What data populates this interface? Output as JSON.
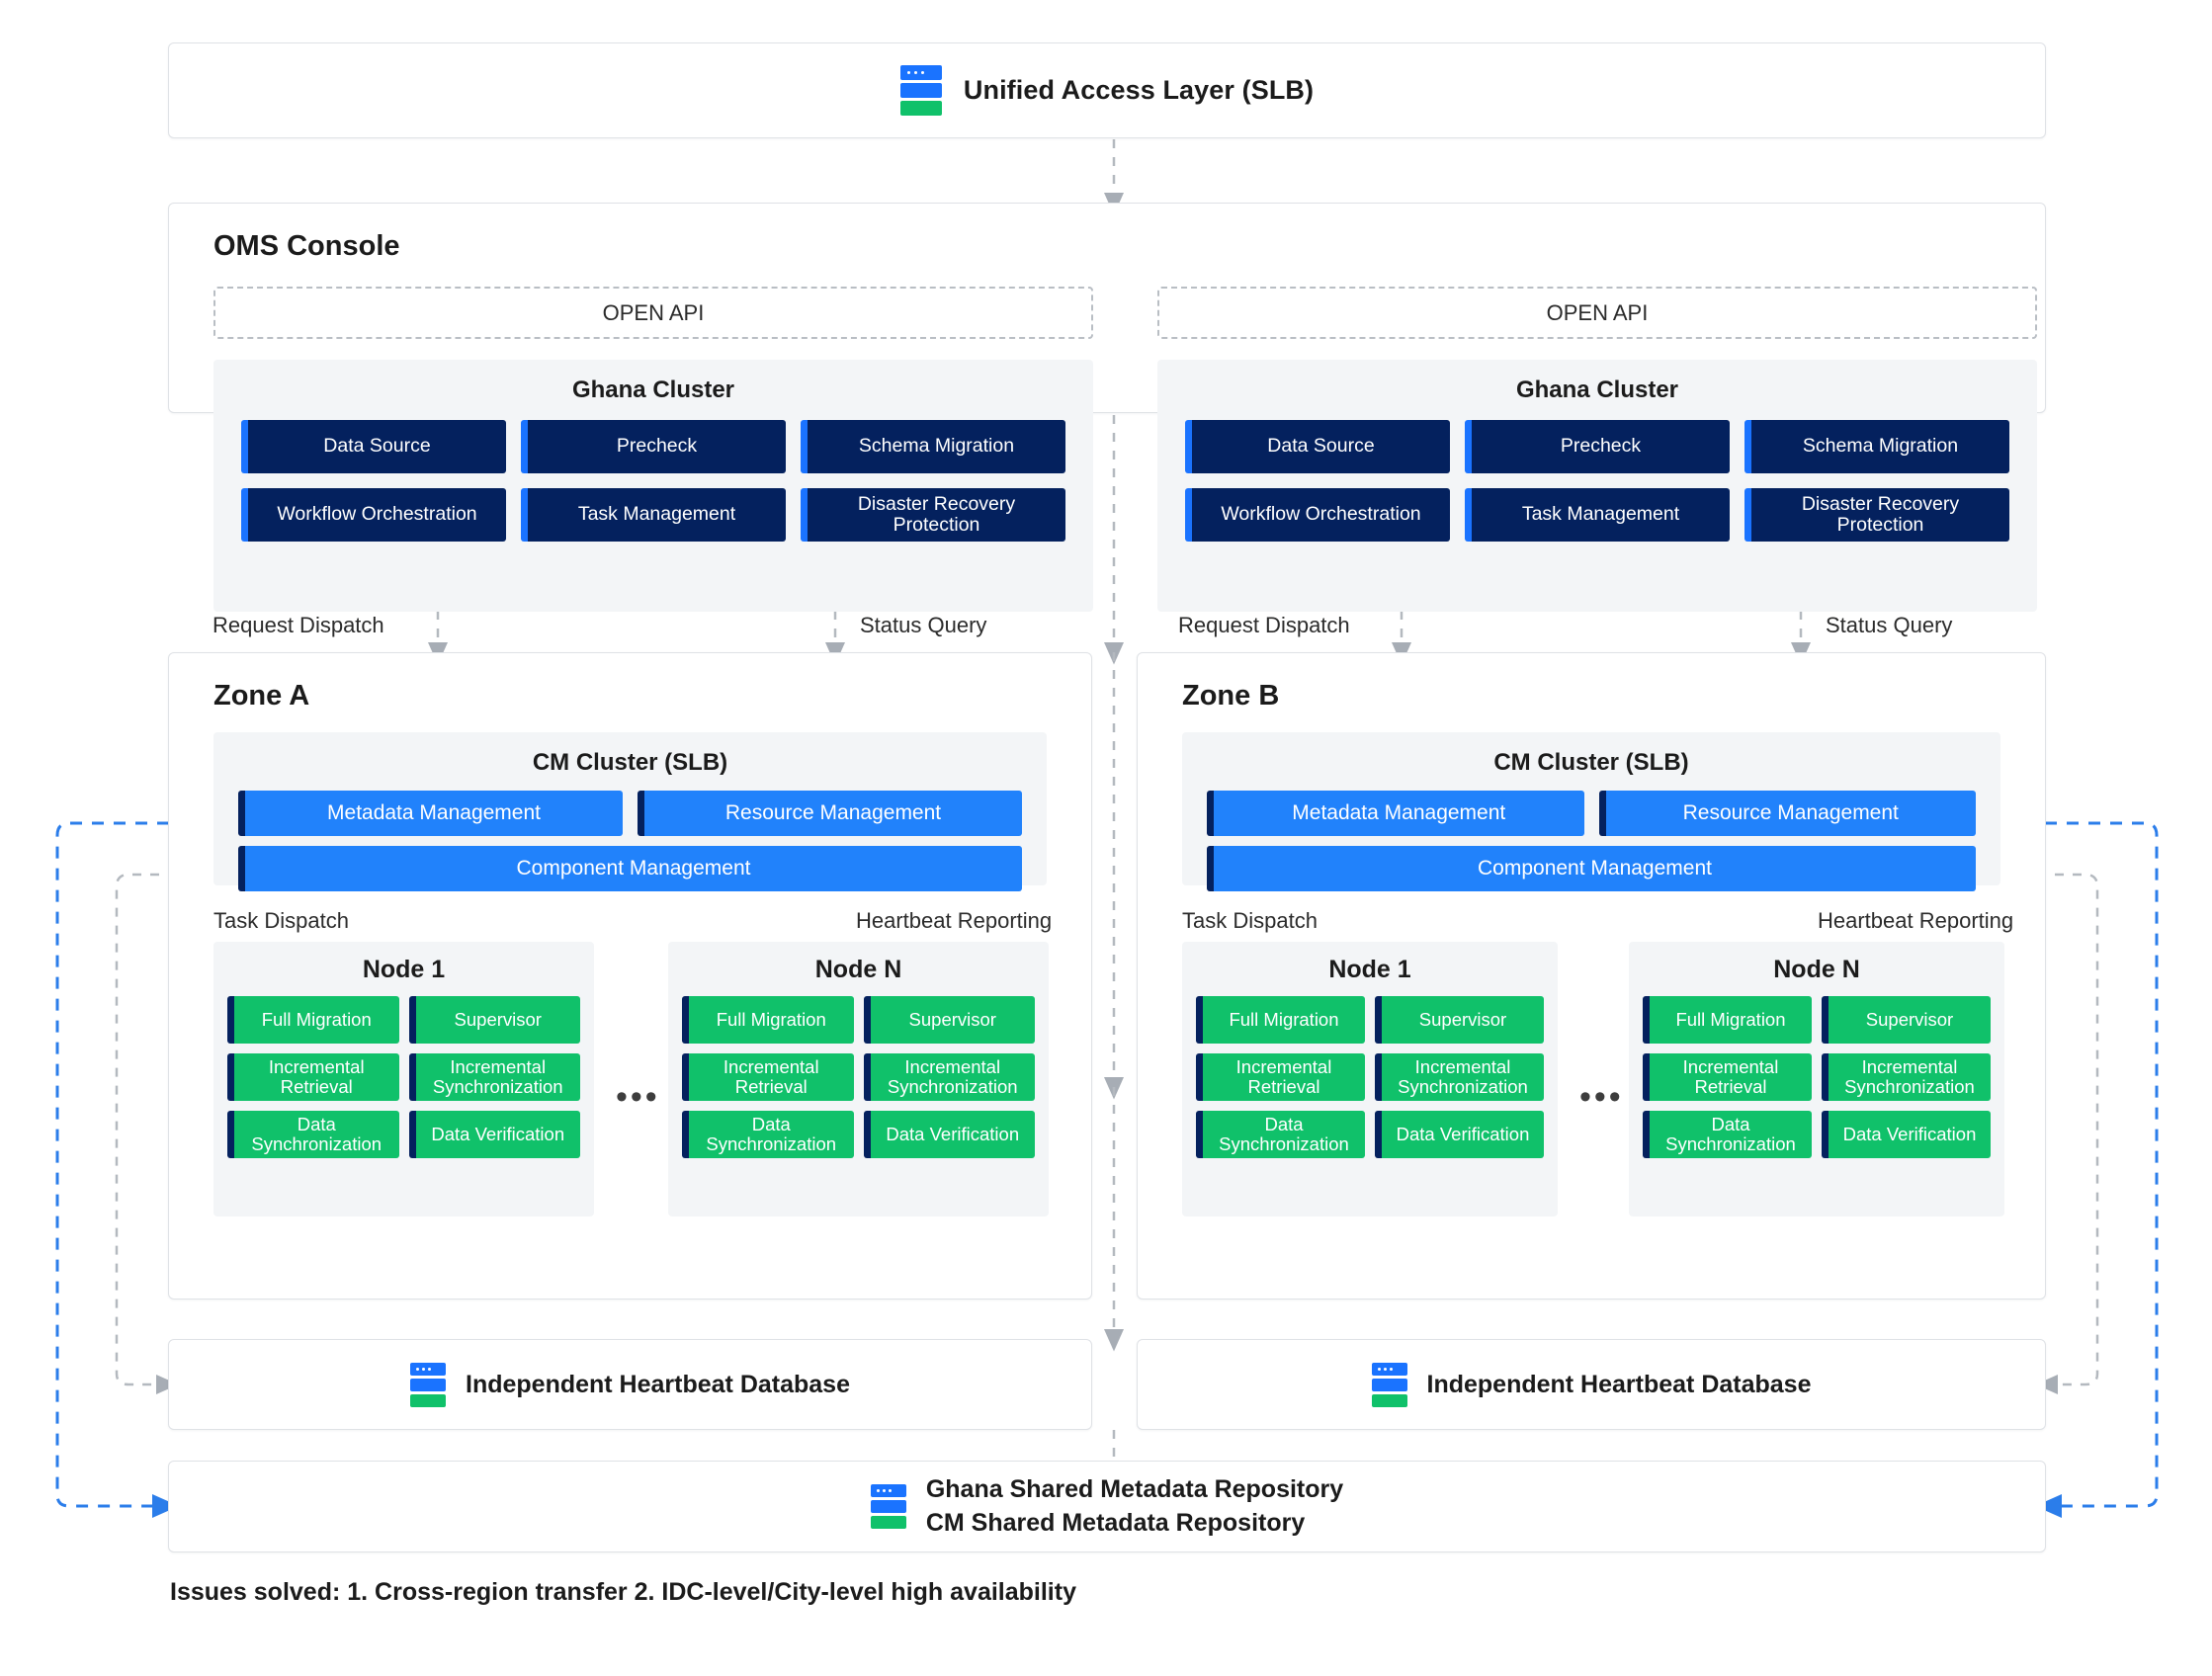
{
  "top": {
    "unified_access_layer": "Unified Access Layer (SLB)",
    "icon": "database-stack-icon"
  },
  "oms_console": {
    "title": "OMS Console",
    "open_api_label": "OPEN API",
    "columns": [
      {
        "open_api": "OPEN API",
        "cluster_title": "Ghana Cluster",
        "items": [
          "Data Source",
          "Precheck",
          "Schema Migration",
          "Workflow Orchestration",
          "Task Management",
          "Disaster Recovery Protection"
        ]
      },
      {
        "open_api": "OPEN API",
        "cluster_title": "Ghana Cluster",
        "items": [
          "Data Source",
          "Precheck",
          "Schema Migration",
          "Workflow Orchestration",
          "Task Management",
          "Disaster Recovery Protection"
        ]
      }
    ]
  },
  "connectors": {
    "request_dispatch": "Request Dispatch",
    "status_query": "Status Query",
    "task_dispatch": "Task Dispatch",
    "heartbeat_reporting": "Heartbeat Reporting"
  },
  "zones": [
    {
      "title": "Zone A",
      "cm_cluster_title": "CM Cluster (SLB)",
      "cm_items_row1": [
        "Metadata Management",
        "Resource Management"
      ],
      "cm_items_row2": [
        "Component Management"
      ],
      "nodes": [
        {
          "title": "Node 1",
          "items": [
            "Full Migration",
            "Supervisor",
            "Incremental Retrieval",
            "Incremental Synchronization",
            "Data Synchronization",
            "Data Verification"
          ]
        },
        {
          "title": "Node N",
          "items": [
            "Full Migration",
            "Supervisor",
            "Incremental Retrieval",
            "Incremental Synchronization",
            "Data Synchronization",
            "Data Verification"
          ]
        }
      ],
      "ellipsis": "•••",
      "heartbeat_db": "Independent Heartbeat Database"
    },
    {
      "title": "Zone B",
      "cm_cluster_title": "CM Cluster (SLB)",
      "cm_items_row1": [
        "Metadata Management",
        "Resource Management"
      ],
      "cm_items_row2": [
        "Component Management"
      ],
      "nodes": [
        {
          "title": "Node 1",
          "items": [
            "Full Migration",
            "Supervisor",
            "Incremental Retrieval",
            "Incremental Synchronization",
            "Data Synchronization",
            "Data Verification"
          ]
        },
        {
          "title": "Node N",
          "items": [
            "Full Migration",
            "Supervisor",
            "Incremental Retrieval",
            "Incremental Synchronization",
            "Data Synchronization",
            "Data Verification"
          ]
        }
      ],
      "ellipsis": "•••",
      "heartbeat_db": "Independent Heartbeat Database"
    }
  ],
  "shared_repository": {
    "line1": "Ghana Shared Metadata Repository",
    "line2": "CM Shared Metadata Repository"
  },
  "footer": {
    "caption": "Issues solved: 1. Cross-region transfer 2. IDC-level/City-level high availability"
  },
  "colors": {
    "navy": "#04215e",
    "blue": "#2182fb",
    "accent_blue": "#1a73ff",
    "green": "#10c16a",
    "panel_gray": "#f3f5f7",
    "border_gray": "#dfe2e6",
    "dashed_gray": "#b4b9bf",
    "dashed_blue": "#2b7dea"
  }
}
